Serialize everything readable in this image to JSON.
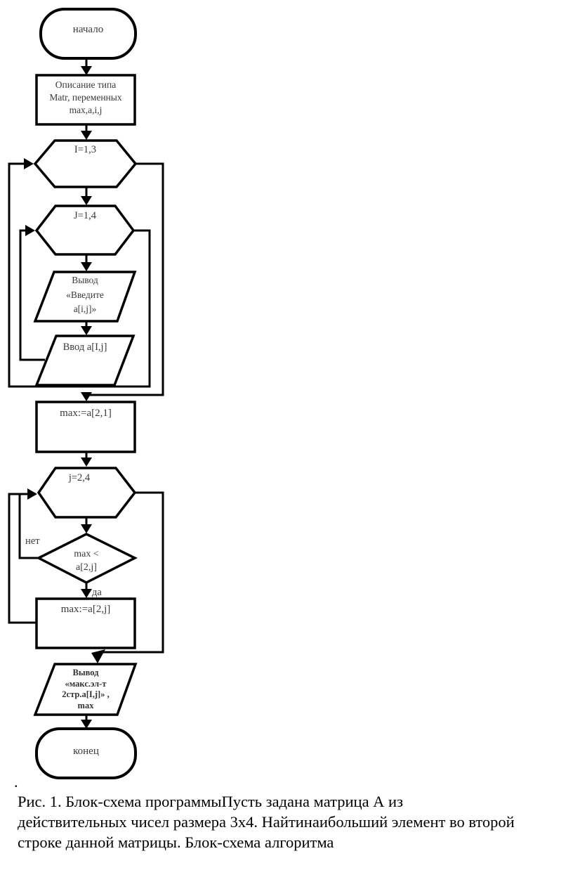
{
  "flowchart": {
    "colors": {
      "stroke": "#000000",
      "shape_fill": "#ffffff",
      "label_text": "#3a3a3a",
      "caption_text": "#000000",
      "background": "#ffffff"
    },
    "nodes": {
      "start": {
        "label": "начало"
      },
      "declare": {
        "lines": [
          "Описание типа",
          "Matr, переменных",
          "max,a,i,j"
        ]
      },
      "loop_i": {
        "label": "I=1,3"
      },
      "loop_j": {
        "label": "J=1,4"
      },
      "print_prompt": {
        "lines": [
          "Вывод",
          "«Введите",
          "a[i,j]»"
        ]
      },
      "input_a": {
        "label": "Ввод a[I,j]"
      },
      "init_max": {
        "label": "max:=a[2,1]"
      },
      "loop_j2": {
        "label": "j=2,4"
      },
      "decision": {
        "lines": [
          "max <",
          "a[2,j]"
        ]
      },
      "assign_max": {
        "label": "max:=a[2,j]"
      },
      "print_result": {
        "lines": [
          "Вывод",
          "«макс.эл-т",
          "2стр.a[I,j]» ,",
          "max"
        ]
      },
      "end": {
        "label": "конец"
      }
    },
    "edge_labels": {
      "no": "нет",
      "yes": "да"
    }
  },
  "caption": {
    "dot": ".",
    "lines": [
      "Рис. 1. Блок-схема программыПусть задана матрица А из",
      "действительных чисел размера 3х4. Найтинаибольший элемент во второй",
      "строке данной матрицы. Блок-схема алгоритма"
    ]
  }
}
